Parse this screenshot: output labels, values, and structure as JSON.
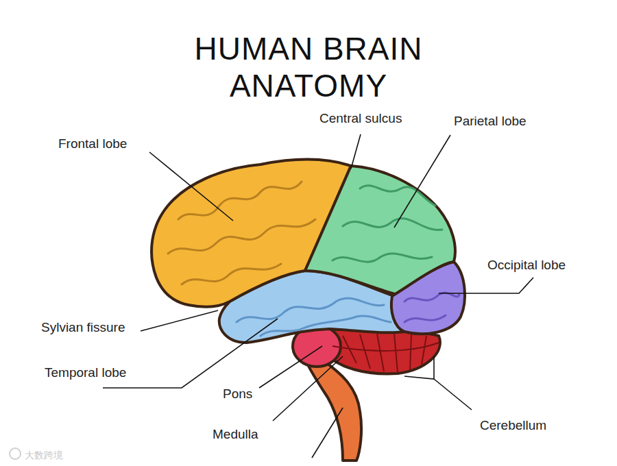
{
  "diagram": {
    "title": "HUMAN BRAIN ANATOMY",
    "labels": [
      "Central sulcus",
      "Frontal lobe",
      "Parietal lobe",
      "Occipital lobe",
      "Sylvian fissure",
      "Temporal lobe",
      "Pons",
      "Cerebellum",
      "Medulla",
      "大数跨境"
    ]
  }
}
